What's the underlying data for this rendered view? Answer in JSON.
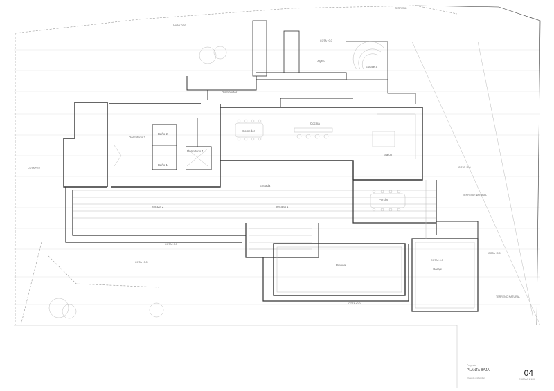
{
  "drawing": {
    "sheet_number": "04",
    "sheet_title": "PLANTA BAJA",
    "project_label": "Proyecto",
    "scale_label": "ESCALA 1:100",
    "note": "Vivienda unifamiliar"
  },
  "rooms": {
    "comedor": "Comedor",
    "cocina": "Cocina",
    "salon": "Salon",
    "dormitorio_2": "Dormitorio 2",
    "dormitorio_1": "Dormitorio 1",
    "bano_2": "Baño 2",
    "bano_1": "Baño 1",
    "terraza_2": "Terraza 2",
    "terraza_1": "Terraza 1",
    "porche": "Porche",
    "entrada": "Entrada",
    "piscina": "Piscina",
    "garaje": "Garaje",
    "aljibe": "Aljibe",
    "escalera": "Escalera",
    "distribuidor": "Distribuidor"
  },
  "levels": {
    "cota_top": "COTA +0.0",
    "cota_escalera": "COTA +0.0",
    "cota_left": "COTA +0.0",
    "cota_right": "COTA +0.0",
    "cota_jardin": "COTA +0.0",
    "cota_pool": "COTA +0.0",
    "cota_garaje": "COTA +0.0",
    "cota_right_bottom": "COTA +0.0",
    "cota_porche": "COTA +0.0",
    "terreno_natural_1": "TERRENO NATURAL",
    "terreno_natural_2": "TERRENO NATURAL",
    "terreno_top": "TERRENO"
  }
}
